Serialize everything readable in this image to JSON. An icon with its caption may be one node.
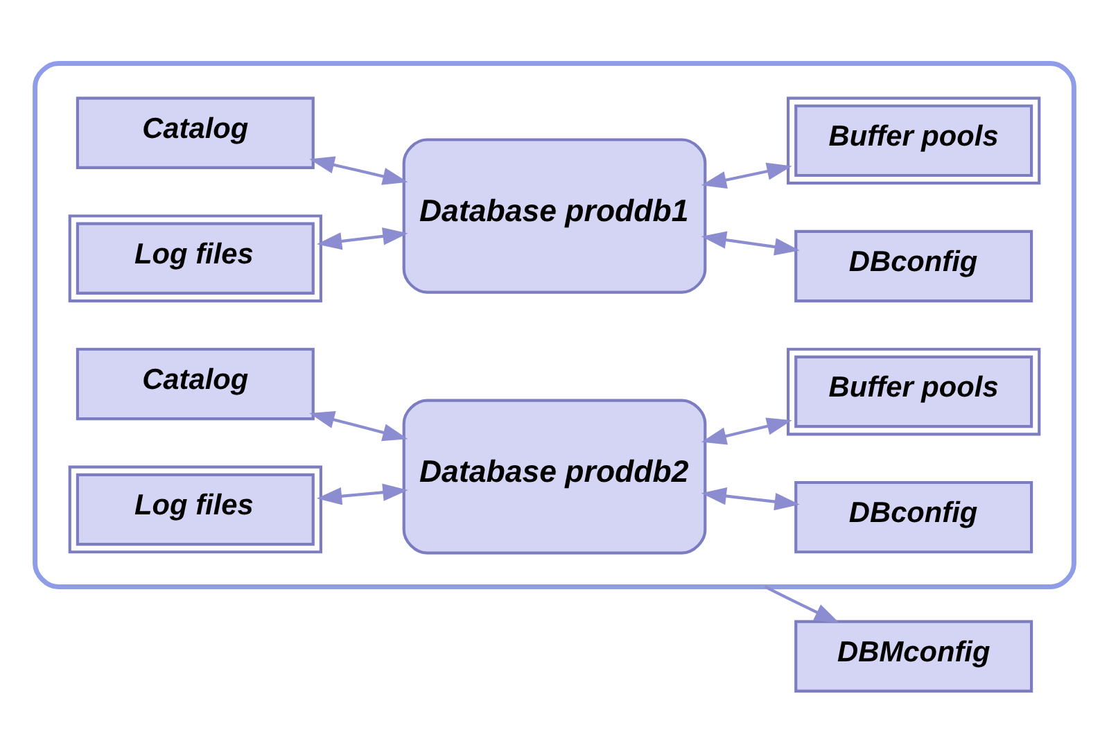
{
  "diagram": {
    "nodes": [
      {
        "text": [],
        "shape": "box"
      },
      {
        "text": [
          "Catalog"
        ],
        "in": 0
      },
      {
        "text": [
          "Database proddb1"
        ],
        "in": 0
      },
      {
        "text": [
          "DBconfig"
        ],
        "in": 0
      },
      {
        "text": [
          "Log files"
        ],
        "in": 0
      },
      {
        "text": [
          "Buffer pools"
        ],
        "in": 0
      },
      {
        "text": [
          "Catalog"
        ],
        "in": 0
      },
      {
        "text": [
          "Database proddb2"
        ],
        "in": 0
      },
      {
        "text": [
          "DBconfig"
        ],
        "in": 0
      },
      {
        "text": [
          "Log files"
        ],
        "in": 0
      },
      {
        "text": [
          "Buffer pools"
        ],
        "in": 0
      },
      {
        "text": [
          "DBMconfig"
        ]
      }
    ],
    "edges": [
      {
        "from": 1,
        "to": 2,
        "arrow": "both"
      },
      {
        "from": 2,
        "to": 3,
        "arrow": "both"
      },
      {
        "from": 4,
        "to": 2,
        "arrow": "both"
      },
      {
        "from": 2,
        "to": 5,
        "arrow": "both"
      },
      {
        "from": 6,
        "to": 7,
        "arrow": "both"
      },
      {
        "from": 7,
        "to": 8,
        "arrow": "both"
      },
      {
        "from": 9,
        "to": 7,
        "arrow": "both"
      },
      {
        "from": 7,
        "to": 10,
        "arrow": "both"
      },
      {
        "from": 0,
        "to": 11,
        "arrow": "to"
      }
    ]
  }
}
